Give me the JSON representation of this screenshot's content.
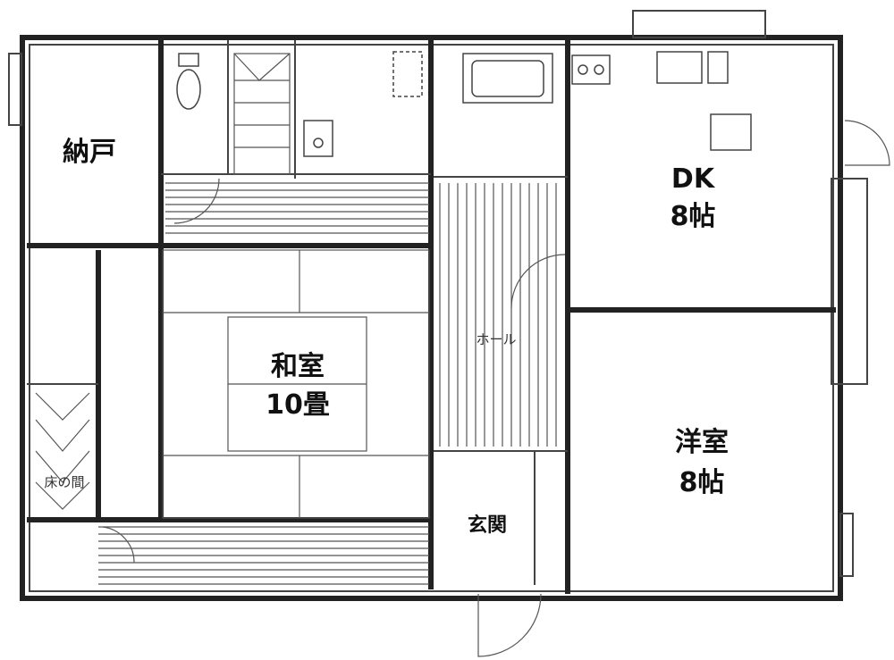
{
  "rooms": {
    "storage": "納戸",
    "dk_name": "DK",
    "dk_size": "8帖",
    "washitsu_name": "和室",
    "washitsu_size": "10畳",
    "hall": "ホール",
    "tokonoma": "床の間",
    "genkan": "玄関",
    "yoshitsu_name": "洋室",
    "yoshitsu_size": "8帖"
  }
}
